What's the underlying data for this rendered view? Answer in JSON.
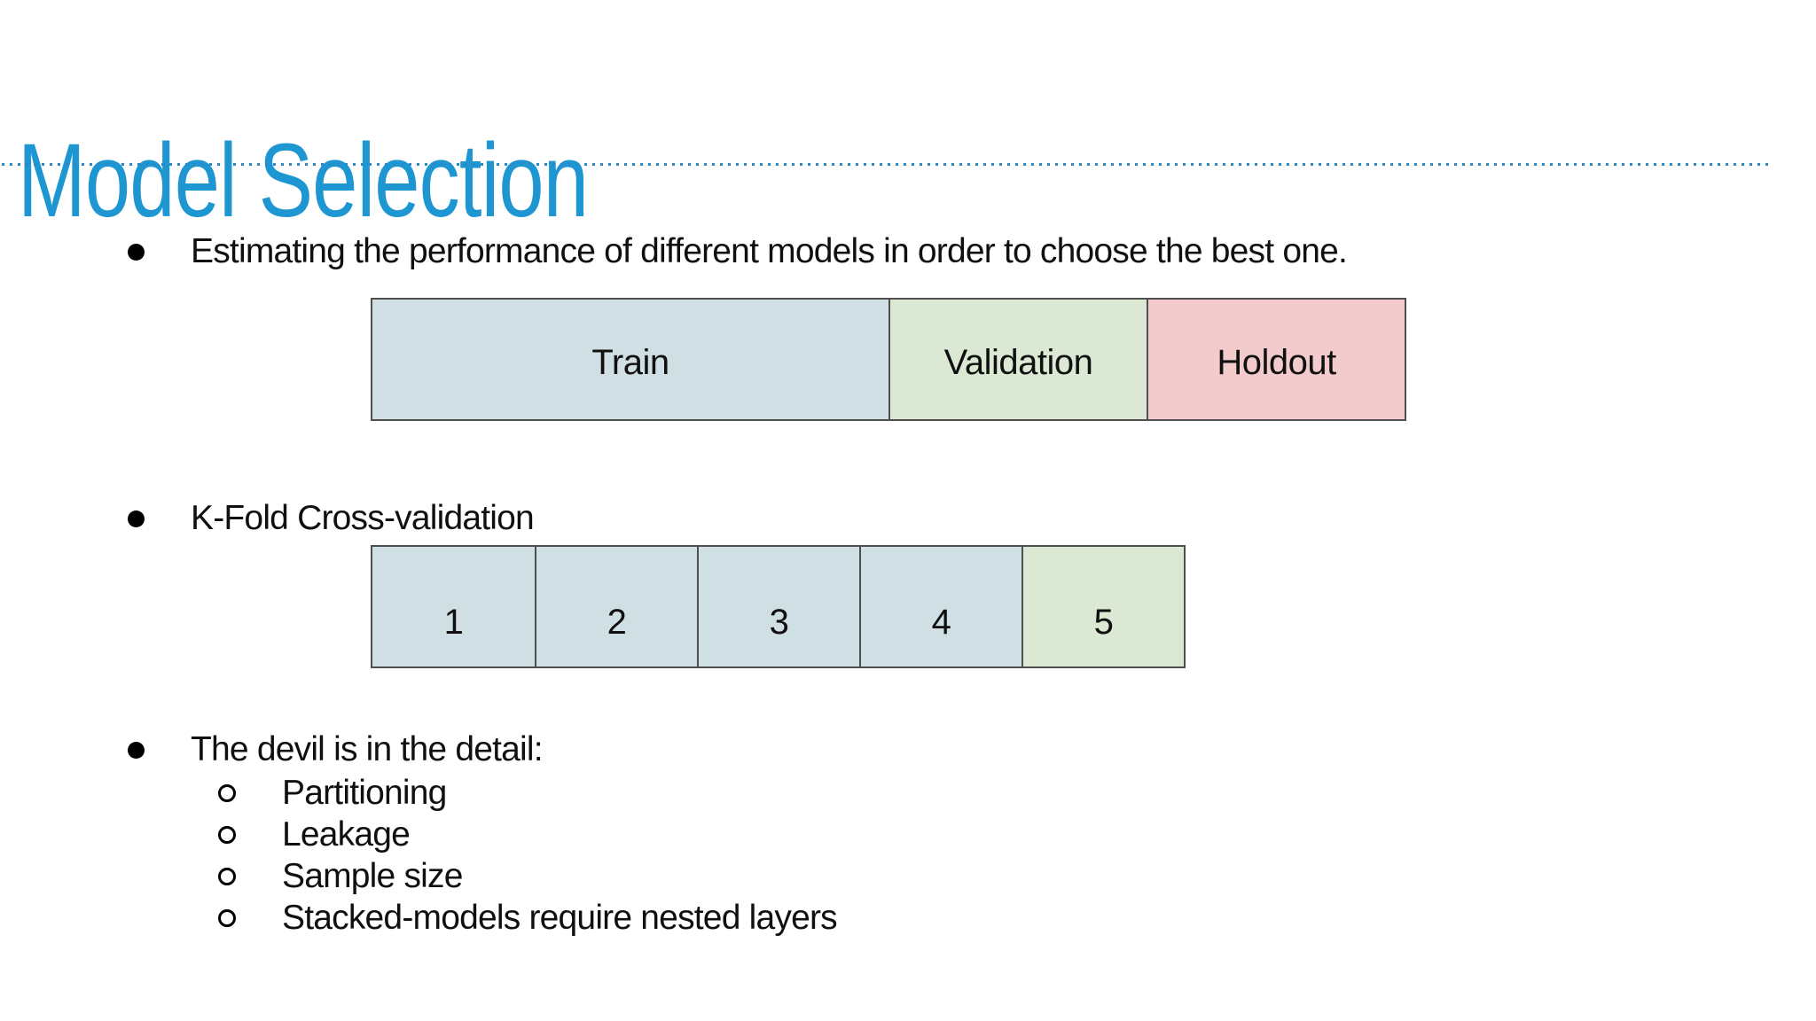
{
  "slide": {
    "title": "Model Selection",
    "colors": {
      "title_accent": "#1e96d2",
      "divider_dots": "#2b8ac6",
      "body_text": "#101010",
      "box_border": "#4f4f4f",
      "train_fill": "#d0dfe3",
      "validation_fill": "#dbe9d4",
      "holdout_fill": "#f3cbcc"
    },
    "bullets": {
      "estimating": "Estimating the performance of different models in order to choose the best one.",
      "kfold": "K-Fold Cross-validation",
      "devil": "The devil is in the detail:",
      "devil_sub_items": [
        "Partitioning",
        "Leakage",
        "Sample size",
        "Stacked-models require nested layers"
      ]
    },
    "train_split_bar": {
      "segments": [
        {
          "label": "Train",
          "fill": "#d0dfe3",
          "width_pct": 50
        },
        {
          "label": "Validation",
          "fill": "#dbe9d4",
          "width_pct": 25
        },
        {
          "label": "Holdout",
          "fill": "#f3cbcc",
          "width_pct": 25
        }
      ]
    },
    "kfold_bar": {
      "cells": [
        {
          "label": "1",
          "fill": "#d0dfe3"
        },
        {
          "label": "2",
          "fill": "#d0dfe3"
        },
        {
          "label": "3",
          "fill": "#d0dfe3"
        },
        {
          "label": "4",
          "fill": "#d0dfe3"
        },
        {
          "label": "5",
          "fill": "#dbe9d4"
        }
      ]
    }
  }
}
